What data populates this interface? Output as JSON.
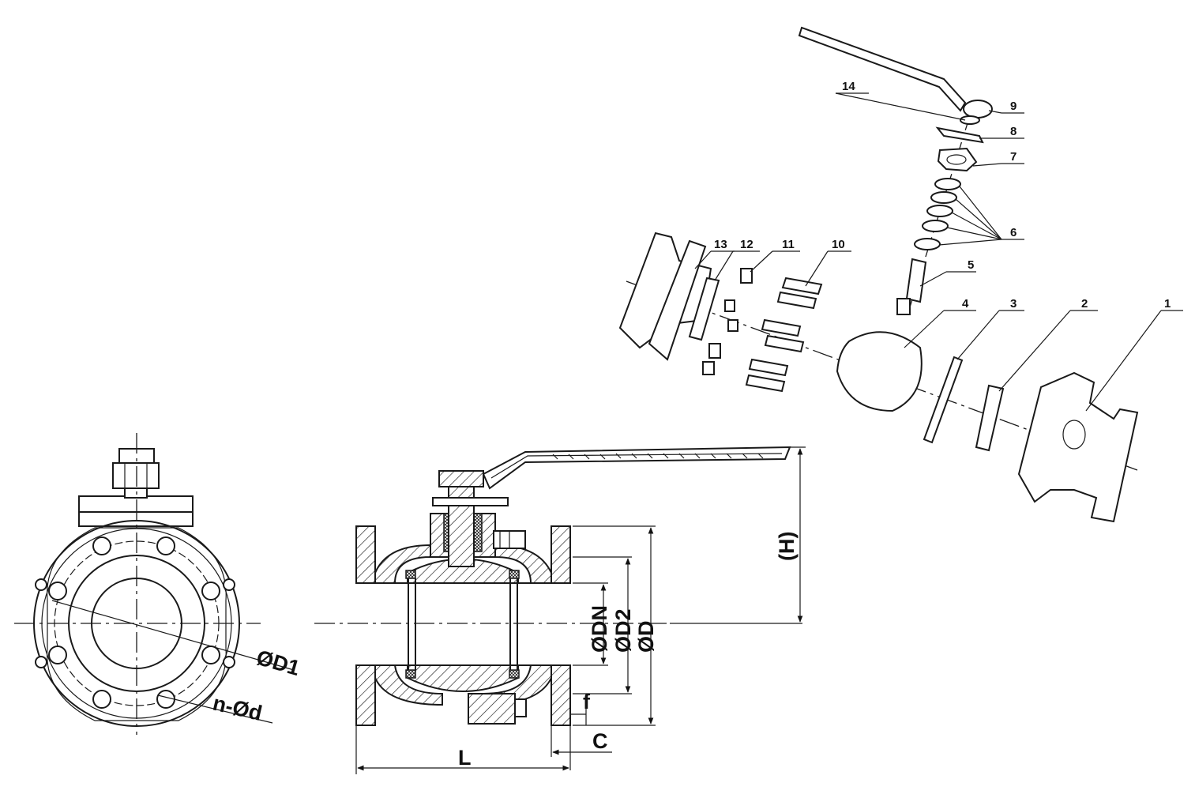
{
  "diagram": {
    "dimension_labels": {
      "d1": "ØD1",
      "nd": "n-Ød",
      "dn": "ØDN",
      "d2": "ØD2",
      "d": "ØD",
      "h": "(H)",
      "f": "f",
      "c": "C",
      "l": "L"
    },
    "part_numbers": [
      "1",
      "2",
      "3",
      "4",
      "5",
      "6",
      "7",
      "8",
      "9",
      "10",
      "11",
      "12",
      "13",
      "14"
    ]
  }
}
